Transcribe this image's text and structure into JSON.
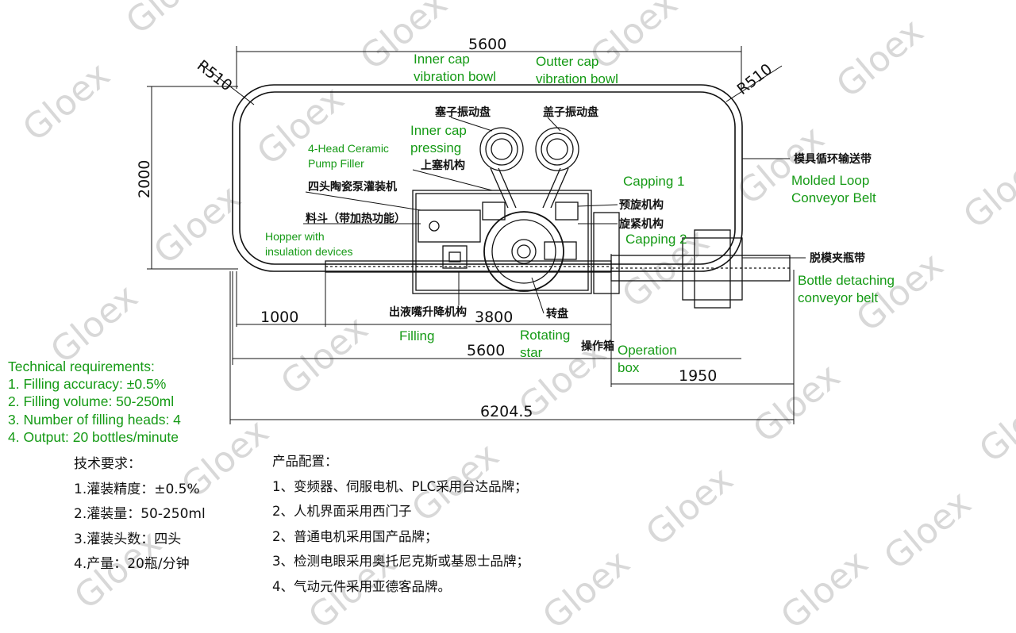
{
  "dimensions": {
    "top_length": "5600",
    "height": "2000",
    "radius_left": "R510",
    "radius_right": "R510",
    "feed_length": "1000",
    "dial_offset": "3800",
    "bottom_length": "5600",
    "discharge_length": "1950",
    "total_length": "6204.5"
  },
  "callouts_cn": {
    "stopper_bowl": "塞子振动盘",
    "cap_bowl": "盖子振动盘",
    "stopper_mechanism": "上塞机构",
    "filler": "四头陶瓷泵灌装机",
    "hopper": "料斗（带加热功能）",
    "pre_capping": "预旋机构",
    "capping": "旋紧机构",
    "loop_conveyor": "模具循环输送带",
    "detach_conveyor": "脱模夹瓶带",
    "nozzle_lift": "出液嘴升降机构",
    "turntable": "转盘",
    "operation_box": "操作箱"
  },
  "labels_en": {
    "inner_cap_bowl_1": "Inner cap",
    "inner_cap_bowl_2": "vibration bowl",
    "outer_cap_bowl_1": "Outter cap",
    "outer_cap_bowl_2": "vibration bowl",
    "inner_cap_pressing_1": "Inner cap",
    "inner_cap_pressing_2": "pressing",
    "filler_1": "4-Head Ceramic",
    "filler_2": "Pump Filler",
    "capping_1": "Capping 1",
    "capping_2": "Capping 2",
    "loop_conveyor_1": "Molded Loop",
    "loop_conveyor_2": "Conveyor Belt",
    "hopper_1": "Hopper with",
    "hopper_2": "insulation devices",
    "detach_1": "Bottle detaching",
    "detach_2": "conveyor belt",
    "filling": "Filling",
    "rotating_star_1": "Rotating",
    "rotating_star_2": "star",
    "operation_box_1": "Operation",
    "operation_box_2": "box"
  },
  "tech_requirements_en": {
    "title": "Technical requirements:",
    "items": [
      "1. Filling accuracy: ±0.5%",
      "2. Filling volume: 50-250ml",
      "3. Number of filling heads: 4",
      "4. Output: 20 bottles/minute"
    ]
  },
  "tech_requirements_cn": {
    "title": "技术要求：",
    "items": [
      "1.灌装精度：±0.5%",
      "2.灌装量：50-250ml",
      "3.灌装头数：四头",
      "4.产量：20瓶/分钟"
    ]
  },
  "product_config_cn": {
    "title": "产品配置：",
    "items": [
      "1、变频器、伺服电机、PLC采用台达品牌；",
      "2、人机界面采用西门子",
      "2、普通电机采用国产品牌；",
      "3、检测电眼采用奥托尼克斯或基恩士品牌；",
      "4、气动元件采用亚德客品牌。"
    ]
  },
  "watermark": "Gloex",
  "colors": {
    "line": "#111111",
    "english_label": "#159a15",
    "watermark": "#b9b9b9"
  }
}
